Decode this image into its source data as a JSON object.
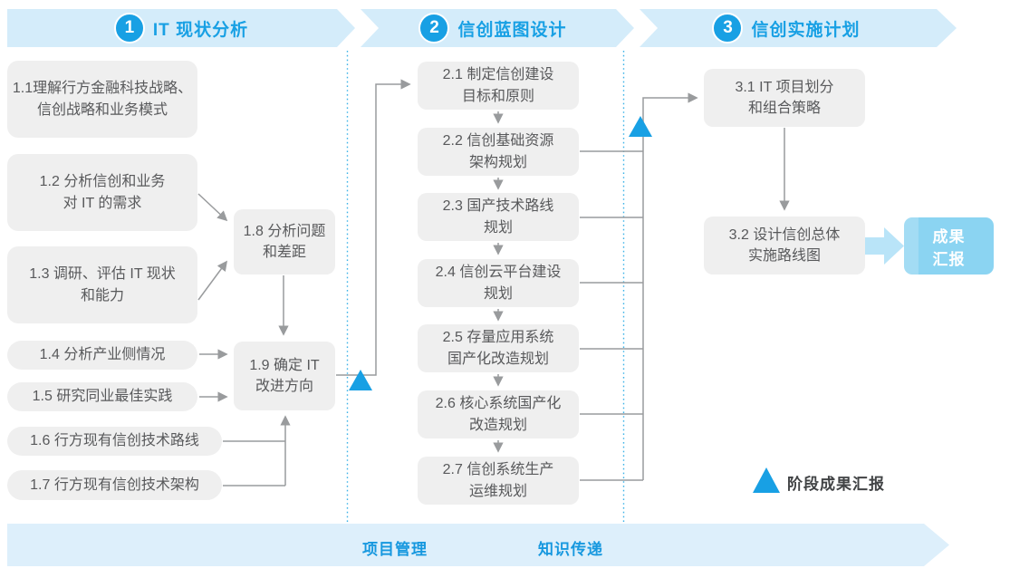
{
  "colors": {
    "accent_blue": "#18a0e4",
    "banner_bg": "#d4ecfa",
    "footer_banner_bg": "#ddeffb",
    "box_bg": "#efefef",
    "box_text": "#58595b",
    "connector_gray": "#999b9d",
    "dotted_divider_blue": "#3eb3e8",
    "result_box_bg": "#8bd4f2",
    "result_arrow_fill": "#b9e4f8",
    "legend_text": "#414345"
  },
  "phases": [
    {
      "number": "1",
      "title": "IT 现状分析"
    },
    {
      "number": "2",
      "title": "信创蓝图设计"
    },
    {
      "number": "3",
      "title": "信创实施计划"
    }
  ],
  "boxes": {
    "b11": "1.1理解行方金融科技战略、\n信创战略和业务模式",
    "b12": "1.2 分析信创和业务\n对 IT 的需求",
    "b13": "1.3 调研、评估 IT 现状\n和能力",
    "b14": "1.4 分析产业侧情况",
    "b15": "1.5 研究同业最佳实践",
    "b16": "1.6 行方现有信创技术路线",
    "b17": "1.7 行方现有信创技术架构",
    "b18": "1.8 分析问题\n和差距",
    "b19": "1.9 确定 IT\n改进方向",
    "b21": "2.1 制定信创建设\n目标和原则",
    "b22": "2.2 信创基础资源\n架构规划",
    "b23": "2.3 国产技术路线\n规划",
    "b24": "2.4 信创云平台建设\n规划",
    "b25": "2.5 存量应用系统\n国产化改造规划",
    "b26": "2.6 核心系统国产化\n改造规划",
    "b27": "2.7 信创系统生产\n运维规划",
    "b31": "3.1 IT 项目划分\n和组合策略",
    "b32": "3.2 设计信创总体\n实施路线图"
  },
  "result_box_label": "成果\n汇报",
  "legend": {
    "milestone_label": "阶段成果汇报"
  },
  "footer": {
    "project_management": "项目管理",
    "knowledge_transfer": "知识传递"
  }
}
